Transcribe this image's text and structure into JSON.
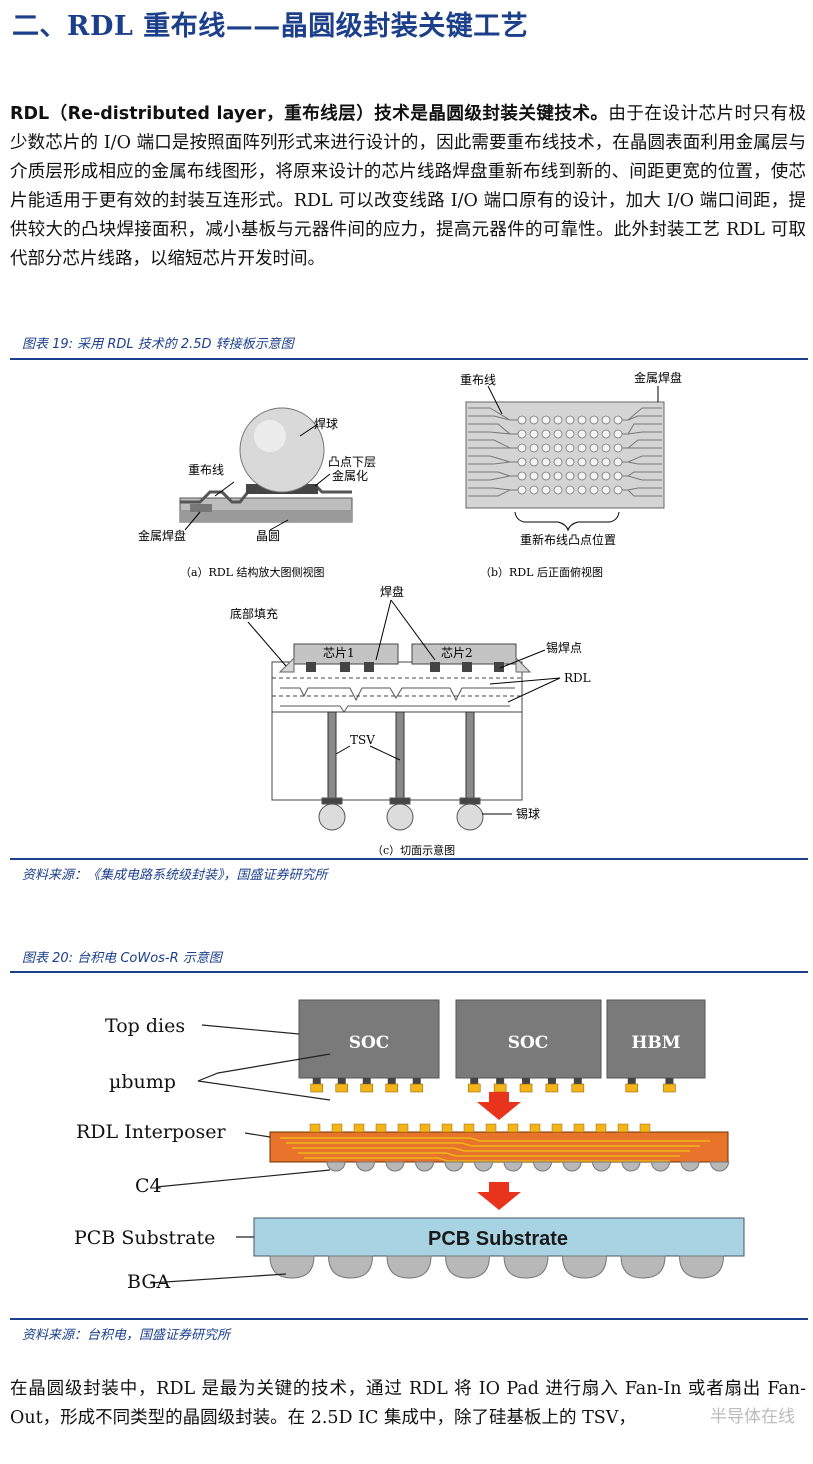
{
  "section_title": "二、RDL 重布线——晶圆级封装关键工艺",
  "intro": {
    "bold_lead": "RDL（Re-distributed layer，重布线层）技术是晶圆级封装关键技术。",
    "body": "由于在设计芯片时只有极少数芯片的 I/O 端口是按照面阵列形式来进行设计的，因此需要重布线技术，在晶圆表面利用金属层与介质层形成相应的金属布线图形，将原来设计的芯片线路焊盘重新布线到新的、间距更宽的位置，使芯片能适用于更有效的封装互连形式。RDL 可以改变线路 I/O 端口原有的设计，加大 I/O 端口间距，提供较大的凸块焊接面积，减小基板与元器件间的应力，提高元器件的可靠性。此外封装工艺 RDL 可取代部分芯片线路，以缩短芯片开发时间。"
  },
  "figure19": {
    "caption": "图表 19: 采用 RDL 技术的 2.5D 转接板示意图",
    "a": {
      "label_solder_ball": "焊球",
      "label_rdl": "重布线",
      "label_ubm_1": "凸点下层",
      "label_ubm_2": "金属化",
      "label_pad": "金属焊盘",
      "label_wafer": "晶圆",
      "subcaption": "（a）RDL 结构放大图侧视图"
    },
    "b": {
      "label_rdl": "重布线",
      "label_pad": "金属焊盘",
      "label_bump_pos": "重新布线凸点位置",
      "subcaption": "（b）RDL 后正面俯视图"
    },
    "c": {
      "label_underfill": "底部填充",
      "label_pad": "焊盘",
      "label_chip1": "芯片1",
      "label_chip2": "芯片2",
      "label_solder_joint": "锡焊点",
      "label_rdl": "RDL",
      "label_tsv": "TSV",
      "label_tin_ball": "锡球",
      "subcaption": "（c）切面示意图"
    },
    "source": "资料来源：《集成电路系统级封装》，国盛证券研究所"
  },
  "figure20": {
    "caption": "图表 20: 台积电 CoWos-R 示意图",
    "labels": {
      "top_dies": "Top dies",
      "ubump": "µbump",
      "rdl_interposer": "RDL Interposer",
      "c4": "C4",
      "pcb_substrate": "PCB Substrate",
      "bga": "BGA"
    },
    "dies": [
      "SOC",
      "SOC",
      "HBM"
    ],
    "pcb_text": "PCB Substrate",
    "colors": {
      "die": "#7a7a7a",
      "bump": "#f2b31b",
      "interposer": "#e8732a",
      "arrow": "#e8341c",
      "pcb": "#a8d3e2",
      "ball": "#b8b8b8"
    },
    "source": "资料来源：台积电，国盛证券研究所"
  },
  "closing": {
    "text": "在晶圆级封装中，RDL 是最为关键的技术，通过 RDL 将 IO Pad 进行扇入 Fan-In 或者扇出 Fan-Out，形成不同类型的晶圆级封装。在 2.5D IC 集成中，除了硅基板上的 TSV，"
  },
  "watermark": "半导体在线"
}
